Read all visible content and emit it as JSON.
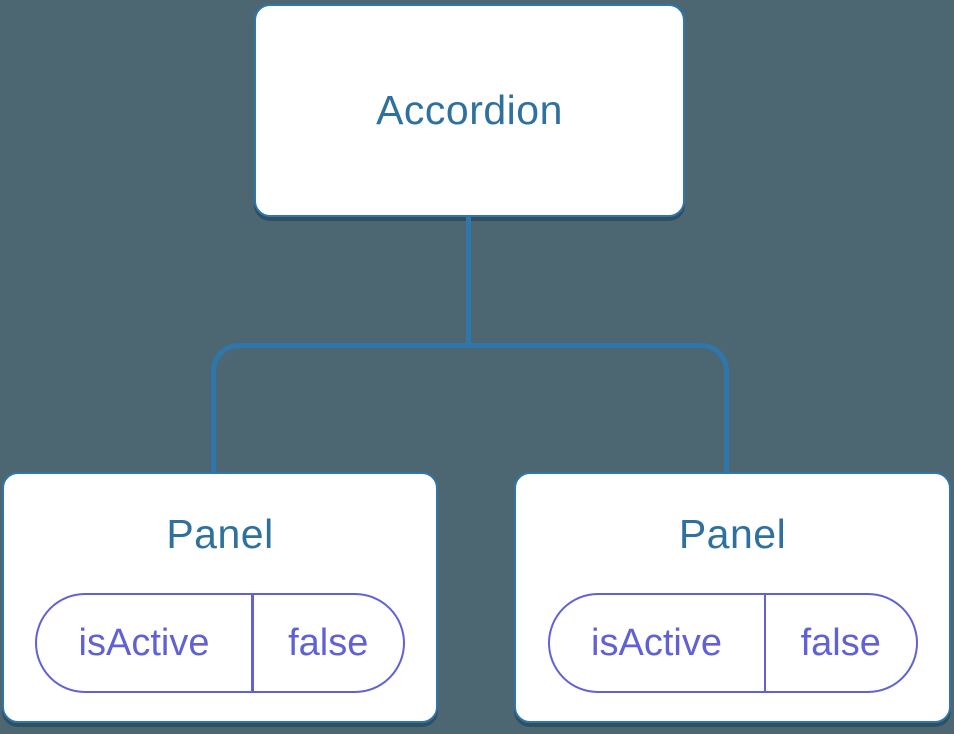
{
  "diagram": {
    "root": {
      "label": "Accordion"
    },
    "children": [
      {
        "label": "Panel",
        "state": {
          "key": "isActive",
          "value": "false"
        }
      },
      {
        "label": "Panel",
        "state": {
          "key": "isActive",
          "value": "false"
        }
      }
    ]
  },
  "colors": {
    "background": "#4C6772",
    "line-blue": "#2F76AC",
    "title-blue": "#2F719E",
    "state-purple": "#6161D6",
    "card-white": "#FFFFFF"
  }
}
